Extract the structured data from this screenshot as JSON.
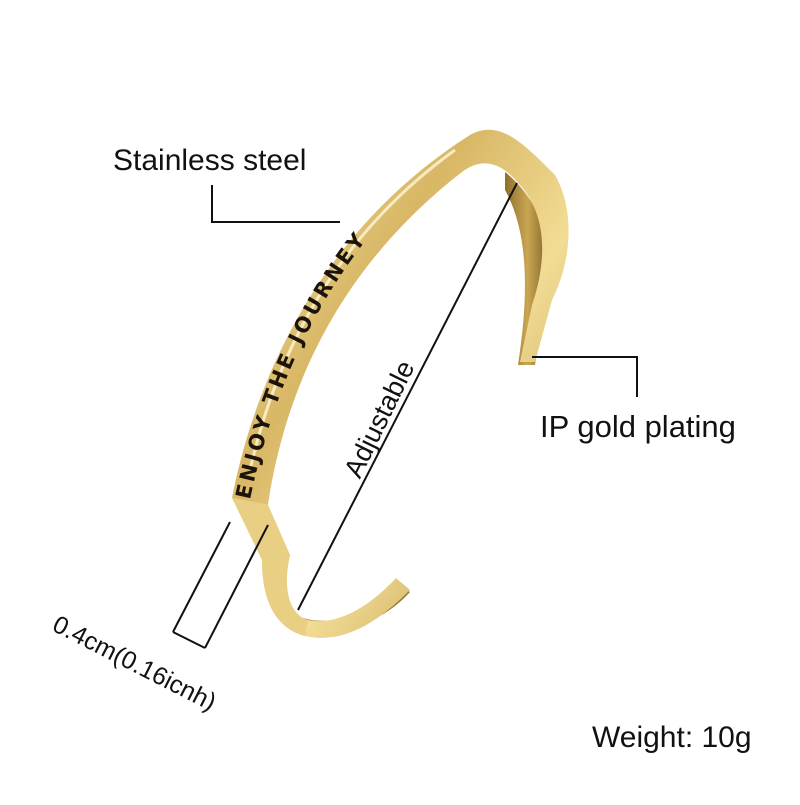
{
  "product": {
    "engraving": "ENJOY THE JOURNEY"
  },
  "callouts": {
    "material": "Stainless steel",
    "finish": "IP gold plating",
    "adjustable": "Adjustable",
    "width": "0.4cm(0.16icnh)",
    "weight": "Weight: 10g"
  },
  "colors": {
    "background": "#ffffff",
    "gold_light": "#f4e2a2",
    "gold_mid": "#d9b968",
    "gold_dark": "#a07f32",
    "engraving": "#1c140a",
    "line": "#111111"
  }
}
